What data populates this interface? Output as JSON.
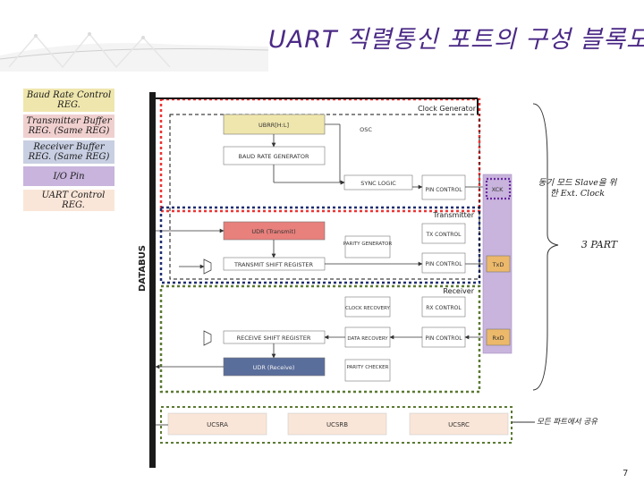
{
  "title": "UART 직렬통신 포트의 구성 블록도",
  "legend": [
    {
      "label": "Baud Rate Control REG.",
      "color": "#efe6ad"
    },
    {
      "label": "Transmitter Buffer REG. (Same REG)",
      "color": "#f0d0cf"
    },
    {
      "label": "Receiver Buffer REG. (Same REG)",
      "color": "#c8cfe2"
    },
    {
      "label": "I/O Pin",
      "color": "#c8b4dc"
    },
    {
      "label": "UART Control REG.",
      "color": "#fae6d8"
    }
  ],
  "annotations": {
    "xck_note": "동기 모드 Slave을 위한 Ext. Clock",
    "three_part": "3 PART",
    "ucsr_note": "모든 파트에서 공유"
  },
  "diagram": {
    "databus": "DATABUS",
    "sections": {
      "clock_generator": "Clock Generator",
      "transmitter": "Transmitter",
      "receiver": "Receiver"
    },
    "blocks": {
      "ubrr": "UBRR[H:L]",
      "osc": "OSC",
      "baud_gen": "BAUD RATE GENERATOR",
      "sync_logic": "SYNC LOGIC",
      "pin_control_1": "PIN CONTROL",
      "xck": "XCK",
      "udr_tx": "UDR (Transmit)",
      "parity_gen": "PARITY GENERATOR",
      "tx_control": "TX CONTROL",
      "tx_shift": "TRANSMIT SHIFT REGISTER",
      "pin_control_2": "PIN CONTROL",
      "txd": "TxD",
      "clock_recovery": "CLOCK RECOVERY",
      "rx_control": "RX CONTROL",
      "rx_shift": "RECEIVE SHIFT REGISTER",
      "data_recovery": "DATA RECOVERY",
      "pin_control_3": "PIN CONTROL",
      "rxd": "RxD",
      "udr_rx": "UDR (Receive)",
      "parity_checker": "PARITY CHECKER",
      "ucsra": "UCSRA",
      "ucsrb": "UCSRB",
      "ucsrc": "UCSRC"
    }
  },
  "page_number": "7"
}
